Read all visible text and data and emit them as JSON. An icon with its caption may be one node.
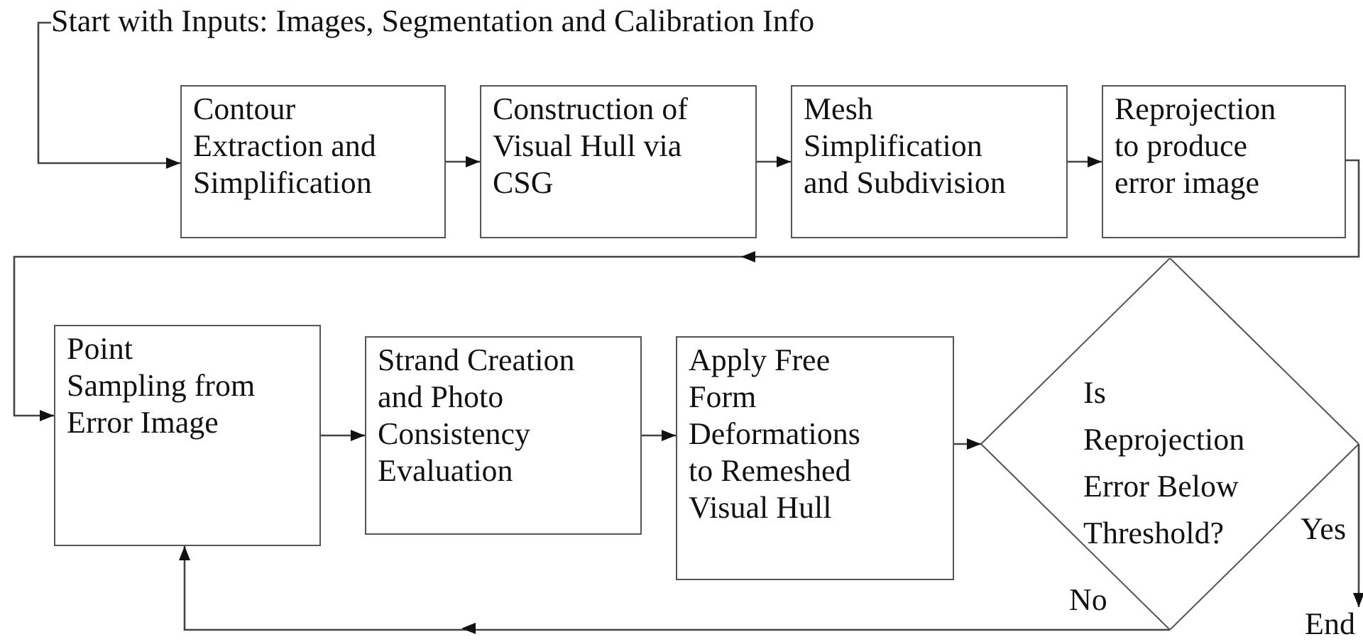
{
  "diagram": {
    "nodes": [
      {
        "text": [
          "Start with Inputs: Images, Segmentation and Calibration Info"
        ]
      },
      {
        "text": [
          "Contour Extraction and Simplification"
        ]
      },
      {
        "text": [
          "Construction of Visual Hull via CSG"
        ]
      },
      {
        "text": [
          "Mesh Simplification and Subdivision"
        ]
      },
      {
        "text": [
          "Reprojection to produce error image"
        ]
      },
      {
        "text": [
          "Point Sampling from Error Image"
        ]
      },
      {
        "text": [
          "Strand Creation and Photo Consistency Evaluation"
        ]
      },
      {
        "text": [
          "Apply Free Form Deformations to Remeshed Visual Hull"
        ]
      },
      {
        "text": [
          "Is Reprojection Error Below Threshold?"
        ]
      },
      {
        "text": [
          "End"
        ]
      }
    ],
    "edges": [
      {
        "from": 0,
        "to": 1,
        "arrow": "to"
      },
      {
        "from": 1,
        "to": 2,
        "arrow": "to"
      },
      {
        "from": 2,
        "to": 3,
        "arrow": "to"
      },
      {
        "from": 3,
        "to": 4,
        "arrow": "to"
      },
      {
        "from": 4,
        "to": 5,
        "arrow": "to"
      },
      {
        "from": 5,
        "to": 6,
        "arrow": "to"
      },
      {
        "from": 6,
        "to": 7,
        "arrow": "to"
      },
      {
        "from": 7,
        "to": 8,
        "arrow": "to"
      },
      {
        "from": 8,
        "to": 5,
        "arrow": "to",
        "label": "No"
      },
      {
        "from": 8,
        "to": 9,
        "arrow": "to",
        "label": "Yes"
      }
    ]
  }
}
